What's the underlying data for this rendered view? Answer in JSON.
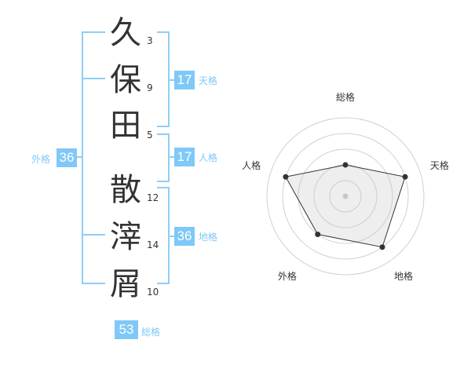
{
  "characters": [
    {
      "char": "久",
      "strokes": "3"
    },
    {
      "char": "保",
      "strokes": "9"
    },
    {
      "char": "田",
      "strokes": "5"
    },
    {
      "char": "散",
      "strokes": "12"
    },
    {
      "char": "滓",
      "strokes": "14"
    },
    {
      "char": "屑",
      "strokes": "10"
    }
  ],
  "fortunes": {
    "tenkaku": {
      "value": "17",
      "label": "天格"
    },
    "jinkaku": {
      "value": "17",
      "label": "人格"
    },
    "chikaku": {
      "value": "36",
      "label": "地格"
    },
    "gaikaku": {
      "value": "36",
      "label": "外格"
    },
    "soukaku": {
      "value": "53",
      "label": "総格"
    }
  },
  "radar": {
    "axes": [
      "総格",
      "天格",
      "地格",
      "外格",
      "人格"
    ],
    "levels": [
      2,
      4,
      4,
      3,
      4
    ],
    "max": 5
  }
}
